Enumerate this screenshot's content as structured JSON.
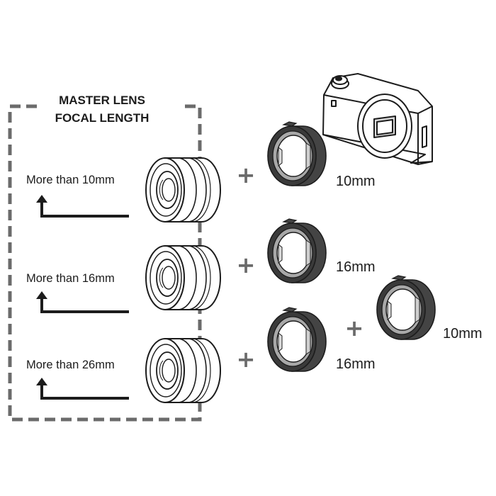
{
  "title": {
    "line1": "MASTER LENS",
    "line2": "FOCAL LENGTH"
  },
  "rows": [
    {
      "label": "More than 10mm",
      "tube_labels": [
        "10mm"
      ]
    },
    {
      "label": "More than 16mm",
      "tube_labels": [
        "16mm"
      ]
    },
    {
      "label": "More than 26mm",
      "tube_labels": [
        "16mm",
        "10mm"
      ]
    }
  ],
  "plus_symbol": "+",
  "colors": {
    "ink": "#1c1c1c",
    "dashed_frame": "#6b6b6b",
    "plus": "#6b6b6b",
    "tube_body": "#444444",
    "tube_ring": "#a8a8a8"
  },
  "icons": [
    "camera-icon",
    "master-lens-icon",
    "extension-tube-icon",
    "arrow-icon"
  ]
}
